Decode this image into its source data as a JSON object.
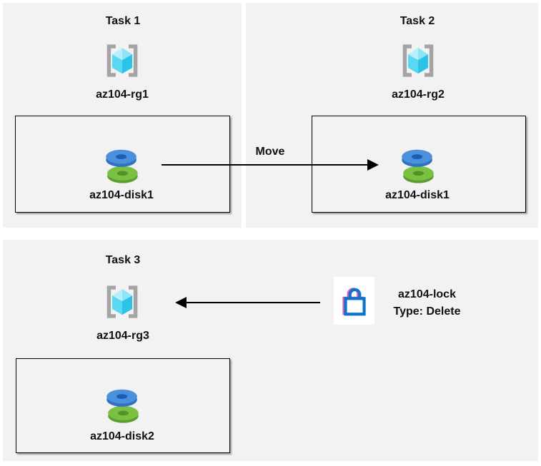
{
  "diagram": {
    "tasks": [
      {
        "title": "Task 1",
        "resource_group": "az104-rg1",
        "disk": "az104-disk1"
      },
      {
        "title": "Task 2",
        "resource_group": "az104-rg2",
        "disk": "az104-disk1"
      },
      {
        "title": "Task 3",
        "resource_group": "az104-rg3",
        "disk": "az104-disk2"
      }
    ],
    "move_arrow_label": "Move",
    "lock": {
      "name": "az104-lock",
      "type": "Type: Delete"
    },
    "colors": {
      "panel_bg": "#f2f2f2",
      "bracket_gray": "#a4a4a4",
      "cube_top_left": "#b7f0fa",
      "cube_top_right": "#8fe5f6",
      "cube_left": "#59d8f3",
      "cube_right": "#2bc3e8",
      "disk_blue_top": "#4a90dd",
      "disk_blue_rim": "#2e72c2",
      "disk_blue_hole": "#1e5cb3",
      "disk_green_top": "#7ac143",
      "disk_green_rim": "#5a9e2f",
      "disk_green_hole": "#569129",
      "lock_blue": "#0e73cf",
      "lock_pink": "#e75ca5",
      "arrow_black": "#000000"
    }
  }
}
